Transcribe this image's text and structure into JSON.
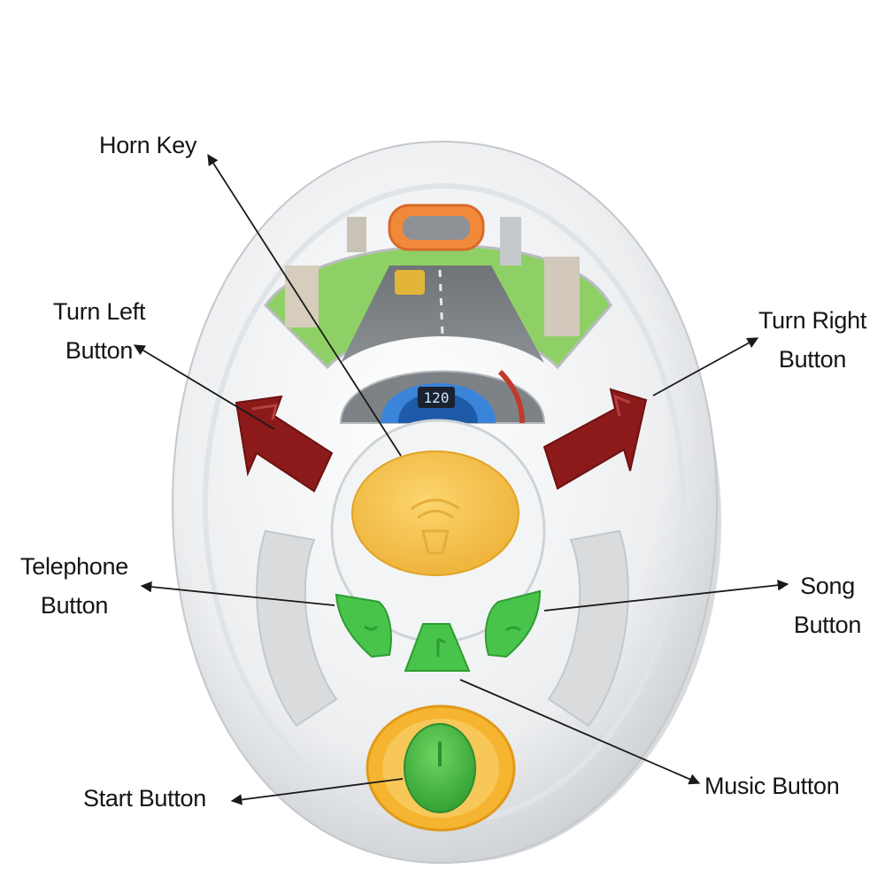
{
  "labels": {
    "horn_key": "Horn Key",
    "turn_left": [
      "Turn Left",
      "Button"
    ],
    "turn_right": [
      "Turn Right",
      "Button"
    ],
    "telephone": [
      "Telephone",
      "Button"
    ],
    "song": [
      "Song",
      "Button"
    ],
    "music": "Music Button",
    "start": "Start Button"
  },
  "display": {
    "speed_readout": "120"
  },
  "colors": {
    "wheel_body": "#eef0f1",
    "horn": "#f7c44e",
    "turn_arrows": "#8c1a1a",
    "green_buttons": "#49c44a",
    "start_ring": "#f5b531",
    "start_button": "#3fb63f",
    "speedo_blue": "#2c79d6",
    "leader_lines": "#1a1a1a"
  }
}
